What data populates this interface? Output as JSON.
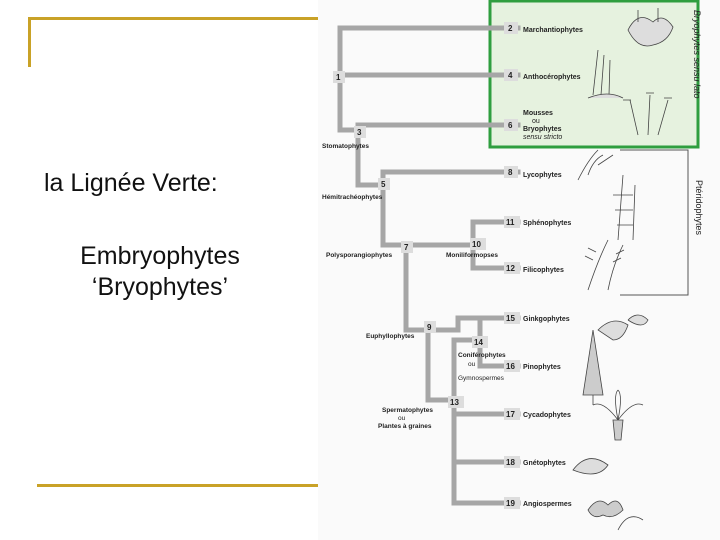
{
  "slide": {
    "line1": "la Lignée Verte:",
    "line2": "Embryophytes",
    "line3": "‘Bryophytes’"
  },
  "figure": {
    "groups": {
      "bryophytes": "Bryophytes sensu lato",
      "pteridophytes": "Ptéridophytes"
    },
    "taxa": {
      "marchantiophytes": "Marchantiophytes",
      "anthocerophytes": "Anthocérophytes",
      "mousses": "Mousses",
      "ou1": "ou",
      "bryophytes_ss": "Bryophytes",
      "sensu_stricto": "sensu stricto",
      "lycophytes": "Lycophytes",
      "sphenophytes": "Sphénophytes",
      "filicophytes": "Filicophytes",
      "ginkgophytes": "Ginkgophytes",
      "pinophytes": "Pinophytes",
      "cycadophytes": "Cycadophytes",
      "gnetophytes": "Gnétophytes",
      "angiospermes": "Angiospermes"
    },
    "clades": {
      "stomatophytes": "Stomatophytes",
      "hemitracheophytes": "Hémitrachéophytes",
      "polysporangiophytes": "Polysporangiophytes",
      "moniliformopses": "Moniliformopses",
      "euphyllophytes": "Euphyllophytes",
      "coniferophytes": "Coniférophytes",
      "ou2": "ou",
      "gymnospermes": "Gymnospermes",
      "spermatophytes": "Spermatophytes",
      "ou3": "ou",
      "plantes_graines": "Plantes à graines"
    },
    "nodes": {
      "n1": "1",
      "n2": "2",
      "n3": "3",
      "n4": "4",
      "n5": "5",
      "n6": "6",
      "n7": "7",
      "n8": "8",
      "n9": "9",
      "n10": "10",
      "n11": "11",
      "n12": "12",
      "n13": "13",
      "n14": "14",
      "n15": "15",
      "n16": "16",
      "n17": "17",
      "n18": "18",
      "n19": "19"
    },
    "colors": {
      "branch": "#a6a6a6",
      "highlight_border": "#2f9e3f",
      "highlight_fill": "#e6f2df",
      "accent": "#c9a227"
    }
  }
}
